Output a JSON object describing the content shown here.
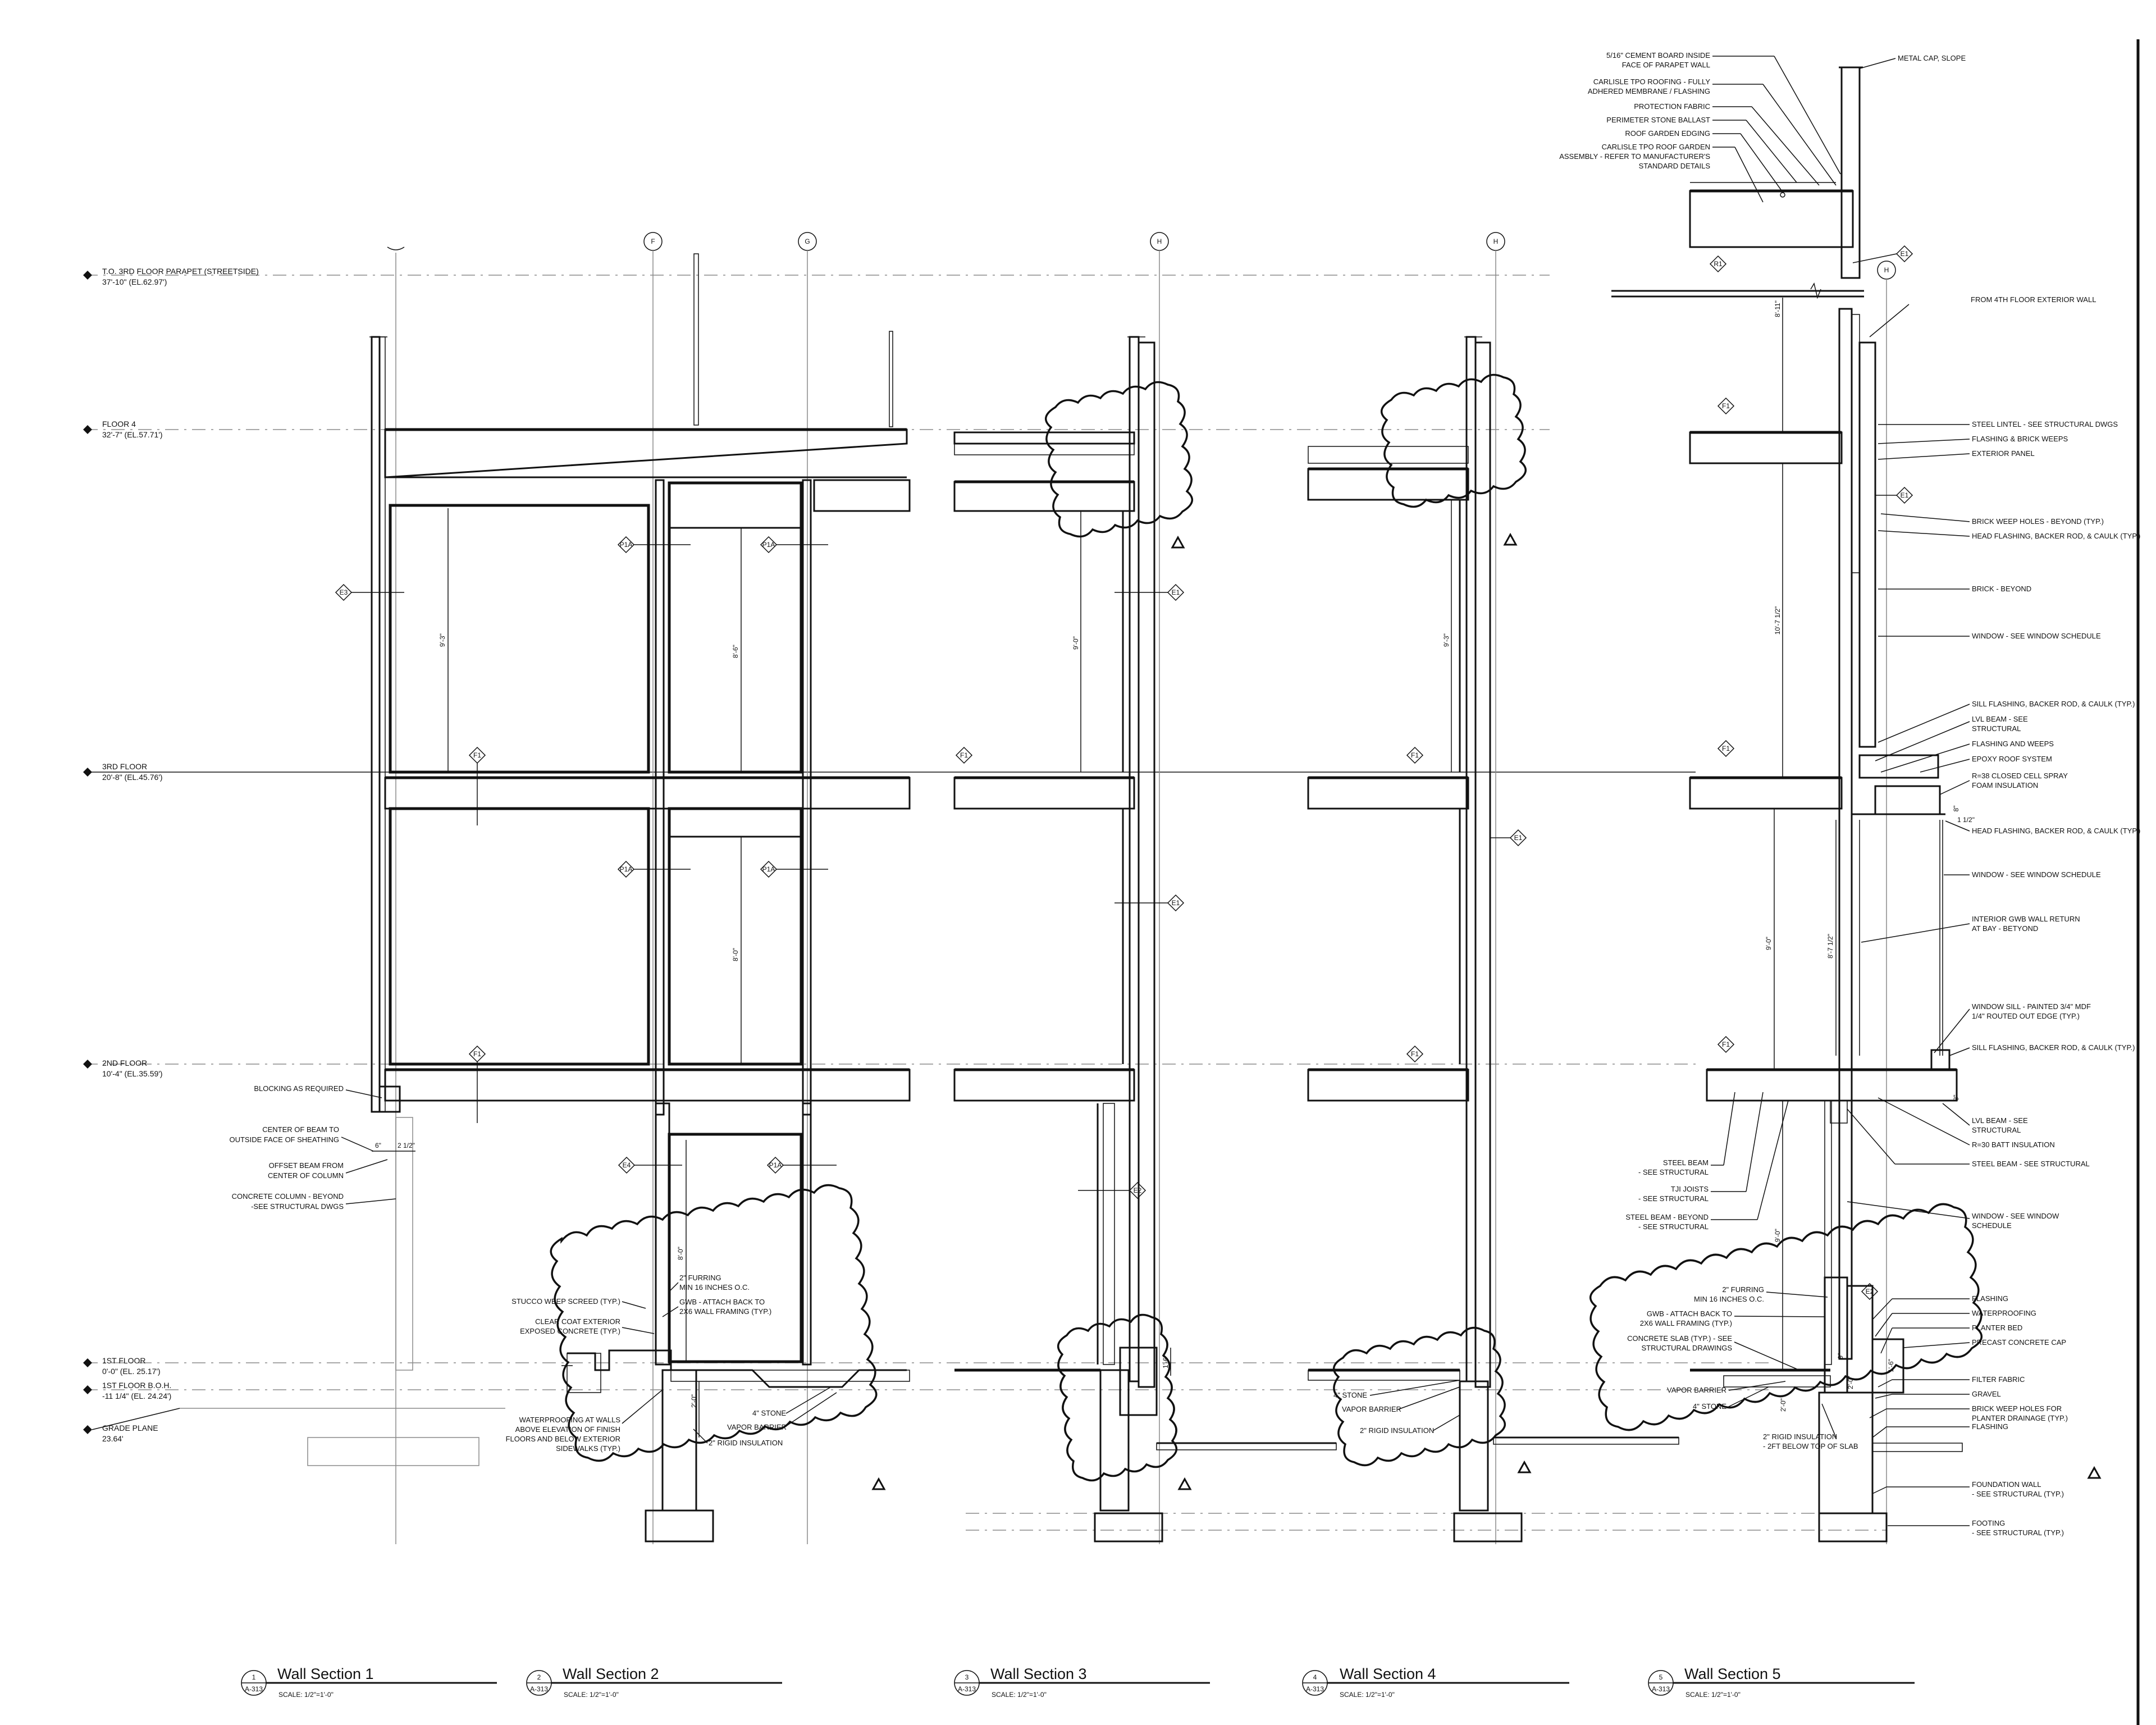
{
  "levels": [
    {
      "id": "parapet",
      "name": "T.O. 3RD FLOOR PARAPET (STREETSIDE)",
      "elev": "37'-10\" (EL.62.97')"
    },
    {
      "id": "floor4",
      "name": "FLOOR 4",
      "elev": "32'-7\" (EL.57.71')"
    },
    {
      "id": "floor3",
      "name": "3RD FLOOR",
      "elev": "20'-8\" (EL.45.76')"
    },
    {
      "id": "floor2",
      "name": "2ND FLOOR",
      "elev": "10'-4\" (EL.35.59')"
    },
    {
      "id": "floor1",
      "name": "1ST FLOOR",
      "elev": "0'-0\" (EL. 25.17')"
    },
    {
      "id": "floor1boh",
      "name": "1ST FLOOR B.O.H.",
      "elev": "-11 1/4\" (EL. 24.24')"
    },
    {
      "id": "grade",
      "name": "GRADE PLANE",
      "elev": "23.64'"
    }
  ],
  "gridlines": [
    "F",
    "G",
    "H",
    "H",
    "H"
  ],
  "tags": {
    "e3": "E3",
    "e4": "E4",
    "e1": "E1",
    "e2": "E2",
    "f1": "F1",
    "p1a": "P1A",
    "r1": "R1"
  },
  "dimensions": {
    "d93": "9'-3\"",
    "d86": "8'-6\"",
    "d90": "9'-0\"",
    "d80": "8'-0\"",
    "d93b": "9'-3\"",
    "d107": "10'-7 1/2\"",
    "d87": "8'-7 1/2\"",
    "d811": "8'-11\"",
    "d90b": "9'-0\"",
    "d6": "6\"",
    "d212": "2 1/2\"",
    "d20": "2'-0\"",
    "d16": "1'-6\"",
    "d112": "1 1/2\"",
    "d8": "8\"",
    "d9": "9\""
  },
  "notes_left": [
    "BLOCKING AS REQUIRED",
    "CENTER OF BEAM TO",
    "OUTSIDE FACE OF SHEATHING",
    "OFFSET BEAM FROM",
    "CENTER OF COLUMN",
    "CONCRETE COLUMN - BEYOND",
    "-SEE STRUCTURAL DWGS"
  ],
  "notes_ws2": [
    "2\" FURRING",
    "MIN 16 INCHES O.C.",
    "GWB - ATTACH BACK TO",
    "2X6 WALL FRAMING (TYP.)",
    "STUCCO WEEP SCREED (TYP.)",
    "CLEAR COAT EXTERIOR",
    "EXPOSED CONCRETE (TYP.)",
    "WATERPROOFING AT WALLS",
    "ABOVE ELEVATION OF FINISH",
    "FLOORS AND BELOW EXTERIOR",
    "SIDEWALKS (TYP.)",
    "4\" STONE",
    "VAPOR BARRIER",
    "2\" RIGID INSULATION"
  ],
  "notes_ws4": [
    "4\" STONE",
    "VAPOR BARRIER",
    "2\" RIGID INSULATION"
  ],
  "notes_ws5_top_left": [
    "5/16\" CEMENT BOARD INSIDE",
    "FACE OF PARAPET WALL",
    "CARLISLE TPO ROOFING - FULLY",
    "ADHERED MEMBRANE / FLASHING",
    "PROTECTION FABRIC",
    "PERIMETER STONE BALLAST",
    "ROOF GARDEN EDGING",
    "CARLISLE TPO ROOF GARDEN",
    "ASSEMBLY - REFER TO MANUFACTURER'S",
    "STANDARD DETAILS"
  ],
  "notes_ws5_top_right": [
    "METAL CAP, SLOPE",
    "FROM 4TH FLOOR EXTERIOR WALL"
  ],
  "notes_ws5_right": [
    "STEEL LINTEL - SEE STRUCTURAL DWGS",
    "FLASHING & BRICK WEEPS",
    "EXTERIOR PANEL",
    "BRICK WEEP HOLES - BEYOND (TYP.)",
    "HEAD FLASHING, BACKER ROD, & CAULK (TYP.)",
    "BRICK - BEYOND",
    "WINDOW - SEE WINDOW SCHEDULE",
    "SILL FLASHING, BACKER ROD, & CAULK (TYP.)",
    "LVL BEAM - SEE",
    "STRUCTURAL",
    "FLASHING AND WEEPS",
    "EPOXY ROOF SYSTEM",
    "R=38 CLOSED CELL SPRAY",
    "FOAM INSULATION",
    "HEAD FLASHING, BACKER ROD, & CAULK (TYP.)",
    "WINDOW - SEE WINDOW SCHEDULE",
    "INTERIOR GWB WALL RETURN",
    "AT BAY - BETYOND",
    "WINDOW SILL - PAINTED 3/4\" MDF",
    "1/4\" ROUTED OUT EDGE (TYP.)",
    "SILL FLASHING, BACKER ROD, & CAULK (TYP.)",
    "LVL BEAM - SEE",
    "STRUCTURAL",
    "R=30 BATT INSULATION",
    "STEEL BEAM - SEE STRUCTURAL",
    "WINDOW - SEE WINDOW",
    "SCHEDULE",
    "FLASHING",
    "WATERPROOFING",
    "PLANTER BED",
    "PRECAST CONCRETE CAP",
    "FILTER FABRIC",
    "GRAVEL",
    "BRICK WEEP HOLES FOR",
    "PLANTER DRAINAGE (TYP.)",
    "FLASHING",
    "FOUNDATION WALL",
    "- SEE STRUCTURAL (TYP.)",
    "FOOTING",
    "- SEE STRUCTURAL (TYP.)"
  ],
  "notes_ws5_left": [
    "STEEL BEAM",
    "- SEE STRUCTURAL",
    "TJI JOISTS",
    "- SEE STRUCTURAL",
    "STEEL BEAM - BEYOND",
    "- SEE STRUCTURAL",
    "2\" FURRING",
    "MIN 16 INCHES O.C.",
    "GWB - ATTACH BACK TO",
    "2X6 WALL FRAMING (TYP.)",
    "CONCRETE SLAB (TYP.) - SEE",
    "STRUCTURAL DRAWINGS",
    "VAPOR BARRIER",
    "4\" STONE",
    "2\" RIGID INSULATION",
    "- 2FT BELOW TOP OF SLAB"
  ],
  "titles": [
    {
      "num": "1",
      "sheet": "A-313",
      "title": "Wall Section 1",
      "scale": "SCALE: 1/2\"=1'-0\""
    },
    {
      "num": "2",
      "sheet": "A-313",
      "title": "Wall Section 2",
      "scale": "SCALE: 1/2\"=1'-0\""
    },
    {
      "num": "3",
      "sheet": "A-313",
      "title": "Wall Section 3",
      "scale": "SCALE: 1/2\"=1'-0\""
    },
    {
      "num": "4",
      "sheet": "A-313",
      "title": "Wall Section 4",
      "scale": "SCALE: 1/2\"=1'-0\""
    },
    {
      "num": "5",
      "sheet": "A-313",
      "title": "Wall Section 5",
      "scale": "SCALE: 1/2\"=1'-0\""
    }
  ]
}
